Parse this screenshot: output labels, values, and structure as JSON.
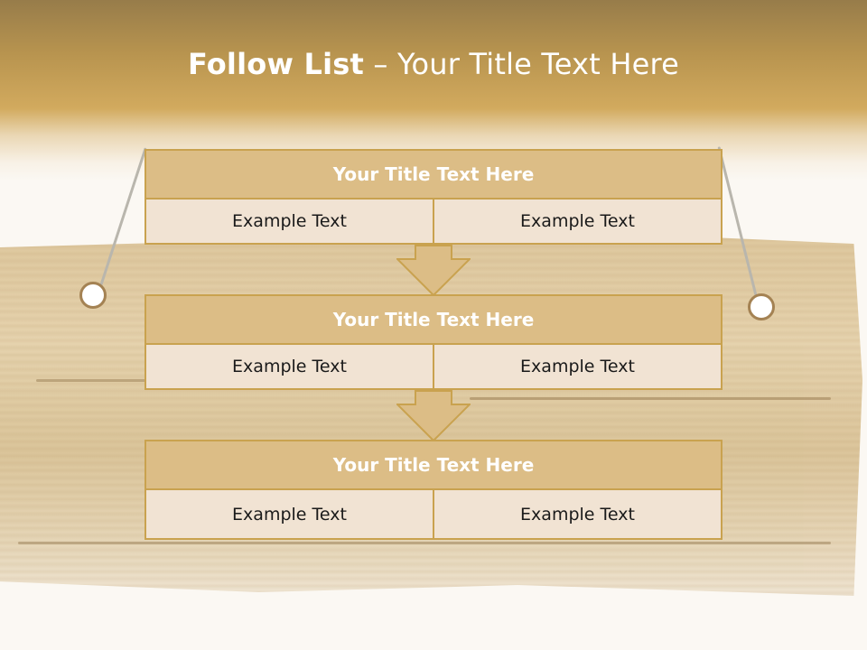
{
  "slide": {
    "title_bold": "Follow List",
    "title_rest": " – Your Title Text Here"
  },
  "steps": [
    {
      "title": "Your Title Text Here",
      "left": "Example Text",
      "right": "Example Text"
    },
    {
      "title": "Your Title Text Here",
      "left": "Example Text",
      "right": "Example Text"
    },
    {
      "title": "Your Title Text Here",
      "left": "Example Text",
      "right": "Example Text"
    }
  ],
  "colors": {
    "header_fill": "#dcbd86",
    "cell_fill": "#f1e3d3",
    "border": "#c9a24f",
    "banner": "#c9a24f"
  }
}
